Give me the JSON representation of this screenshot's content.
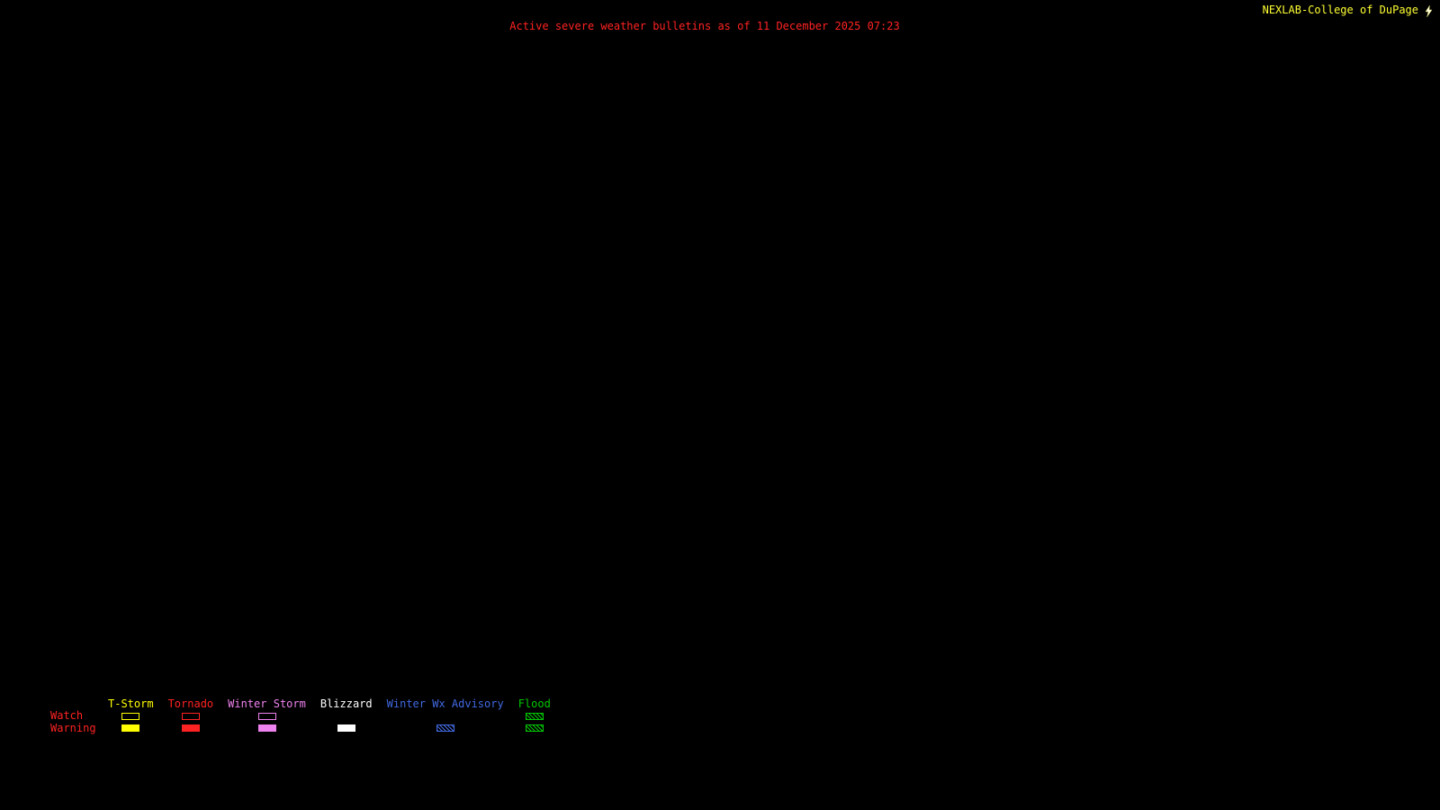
{
  "header": {
    "brand": "NEXLAB-College of DuPage",
    "brand_icon": "nexlab-logo-icon",
    "title": "Active severe weather bulletins as of 11 December 2025 07:23"
  },
  "legend": {
    "watch_label": "Watch",
    "warning_label": "Warning",
    "categories": [
      {
        "label": "T-Storm",
        "color": "#ffff00",
        "watch": "outline",
        "warning": "fill"
      },
      {
        "label": "Tornado",
        "color": "#ff2222",
        "watch": "outline",
        "warning": "fill"
      },
      {
        "label": "Winter Storm",
        "color": "#ee82ee",
        "watch": "outline",
        "warning": "fill"
      },
      {
        "label": "Blizzard",
        "color": "#ffffff",
        "watch": "none",
        "warning": "fill"
      },
      {
        "label": "Winter Wx Advisory",
        "color": "#4169e1",
        "watch": "none",
        "warning": "hatch"
      },
      {
        "label": "Flood",
        "color": "#00c800",
        "watch": "hatch",
        "warning": "hatch"
      }
    ]
  },
  "colors": {
    "background": "#000000",
    "title": "#ff2222",
    "brand": "#ffff33",
    "row_label": "#ff2222"
  }
}
